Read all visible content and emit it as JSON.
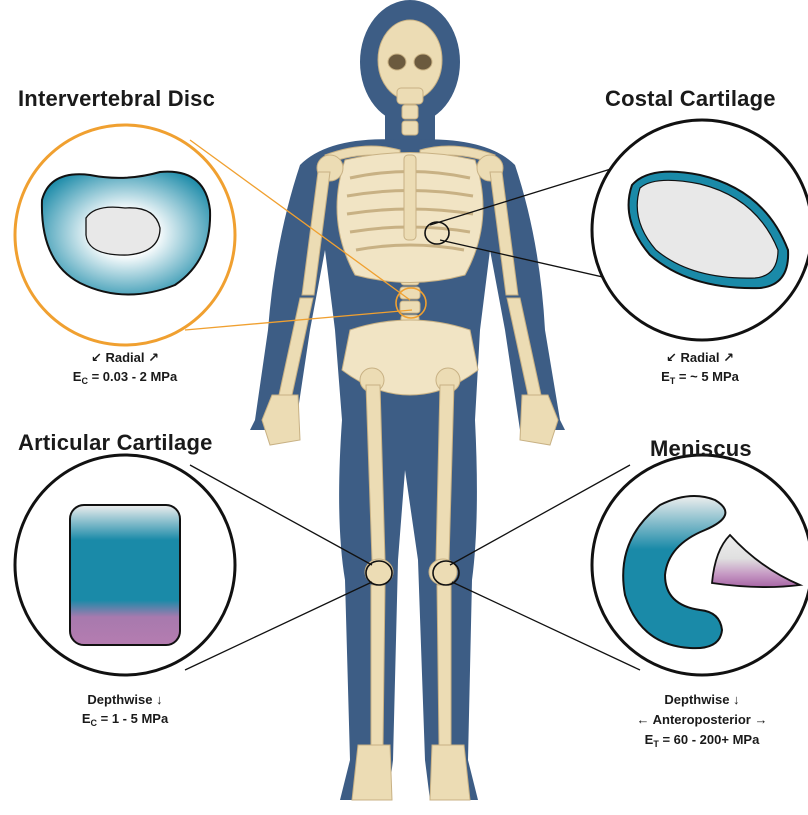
{
  "titles": {
    "disc": "Intervertebral Disc",
    "costal": "Costal Cartilage",
    "articular": "Articular Cartilage",
    "meniscus": "Meniscus"
  },
  "captions": {
    "disc": {
      "direction": "Radial",
      "modulus_letter": "E",
      "modulus_sub": "C",
      "modulus_value": "= 0.03 - 2 MPa"
    },
    "costal": {
      "direction": "Radial",
      "modulus_letter": "E",
      "modulus_sub": "T",
      "modulus_value": "= ~ 5 MPa"
    },
    "articular": {
      "direction": "Depthwise",
      "modulus_letter": "E",
      "modulus_sub": "C",
      "modulus_value": "= 1 - 5 MPa"
    },
    "meniscus": {
      "direction": "Depthwise",
      "direction2": "Anteroposterior",
      "modulus_letter": "E",
      "modulus_sub": "T",
      "modulus_value": "= 60 - 200+ MPa"
    }
  },
  "colors": {
    "silhouette": "#3d5d85",
    "bone": "#ecdcb4",
    "bone_edge": "#c8b184",
    "cartilage_teal": "#1a8aa8",
    "pale": "#e8e8e8",
    "mauve": "#b57cb0",
    "disc_ring": "#f0a030"
  }
}
